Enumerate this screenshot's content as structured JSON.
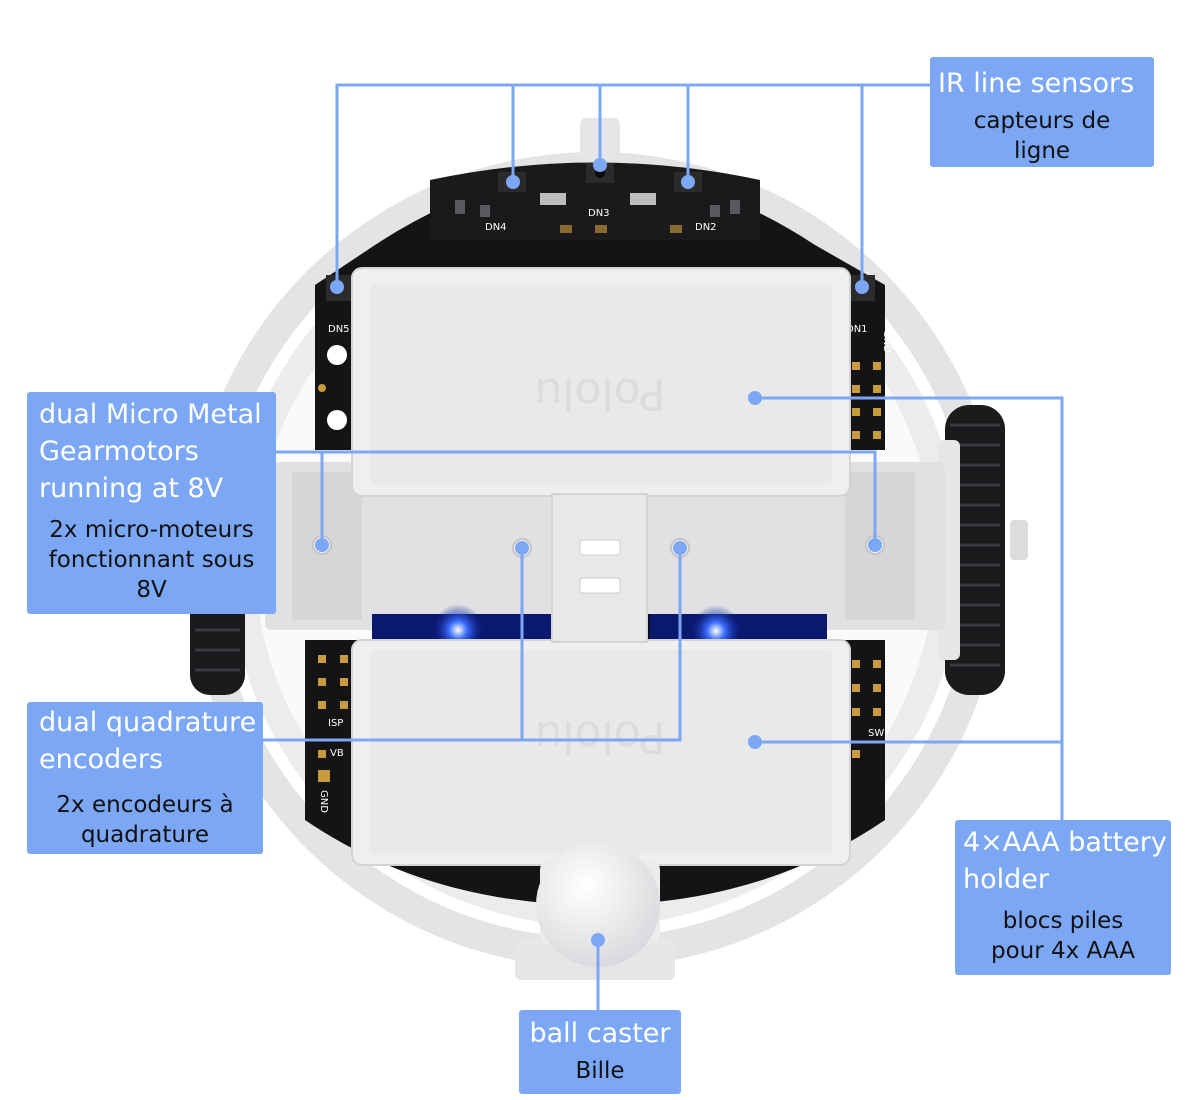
{
  "labels": {
    "ir_sensors": {
      "en": "IR line sensors",
      "fr": "capteurs de ligne"
    },
    "gearmotors": {
      "en_line1": "dual Micro Metal",
      "en_line2": "Gearmotors",
      "en_line3": "running at 8V",
      "fr_line1": "2x micro-moteurs",
      "fr_line2": "fonctionnant sous",
      "fr_line3": "8V"
    },
    "encoders": {
      "en_line1": "dual quadrature",
      "en_line2": "encoders",
      "fr_line1": "2x encodeurs à",
      "fr_line2": "quadrature"
    },
    "battery": {
      "en_line1": "4×AAA battery",
      "en_line2": "holder",
      "fr_line1": "blocs piles",
      "fr_line2": "pour 4x AAA"
    },
    "caster": {
      "en": "ball caster",
      "fr": "Bille"
    }
  },
  "board_markings": {
    "dn1": "DN1",
    "dn2": "DN2",
    "dn3": "DN3",
    "dn4": "DN4",
    "dn5": "DN5",
    "gnd": "GND",
    "isp": "ISP",
    "vb": "VB",
    "sw": "SW",
    "brand": "Pololu"
  },
  "colors": {
    "label_bg": "#7ba7f5",
    "leader_line": "#7ba7f5",
    "chassis": "#e9e9eb",
    "pcb": "#141416",
    "led": "#2a5cff"
  }
}
